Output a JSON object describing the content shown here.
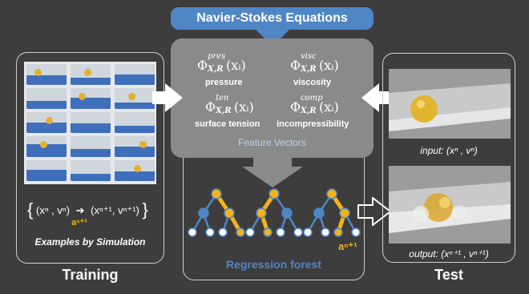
{
  "header": {
    "title": "Navier-Stokes Equations"
  },
  "features": [
    {
      "symbol": "Φ",
      "sup": "pres",
      "sub": "X,R",
      "arg": "(xᵢ)",
      "label": "pressure"
    },
    {
      "symbol": "Φ",
      "sup": "visc",
      "sub": "X,R",
      "arg": "(xᵢ)",
      "label": "viscosity"
    },
    {
      "symbol": "Φ",
      "sup": "ten",
      "sub": "X,R",
      "arg": "(xᵢ)",
      "label": "surface tension"
    },
    {
      "symbol": "Φ",
      "sup": "comp",
      "sub": "X,R",
      "arg": "(xᵢ)",
      "label": "incompressibility"
    }
  ],
  "feature_vectors_label": "Feature Vectors",
  "training": {
    "sequence": {
      "open": "{",
      "left": "(xⁿ , vⁿ)",
      "arrow": "➔",
      "right": "(xⁿ⁺¹, vⁿ⁺¹)",
      "close": "}",
      "under_arrow": "aⁿ⁺¹"
    },
    "caption": "Examples by Simulation",
    "title": "Training"
  },
  "forest": {
    "label": "Regression forest",
    "output": "aⁿ⁺¹"
  },
  "test": {
    "input_caption": "input: (xⁿ , vⁿ)",
    "output_caption": "output: (xⁿ⁺¹ , vⁿ⁺¹)",
    "title": "Test"
  },
  "colors": {
    "banner": "#4f86c6",
    "feature_box": "#8a8a8a",
    "accent": "#f5b317",
    "water": "#3f6fbb",
    "node_blue": "#4f86c6"
  }
}
